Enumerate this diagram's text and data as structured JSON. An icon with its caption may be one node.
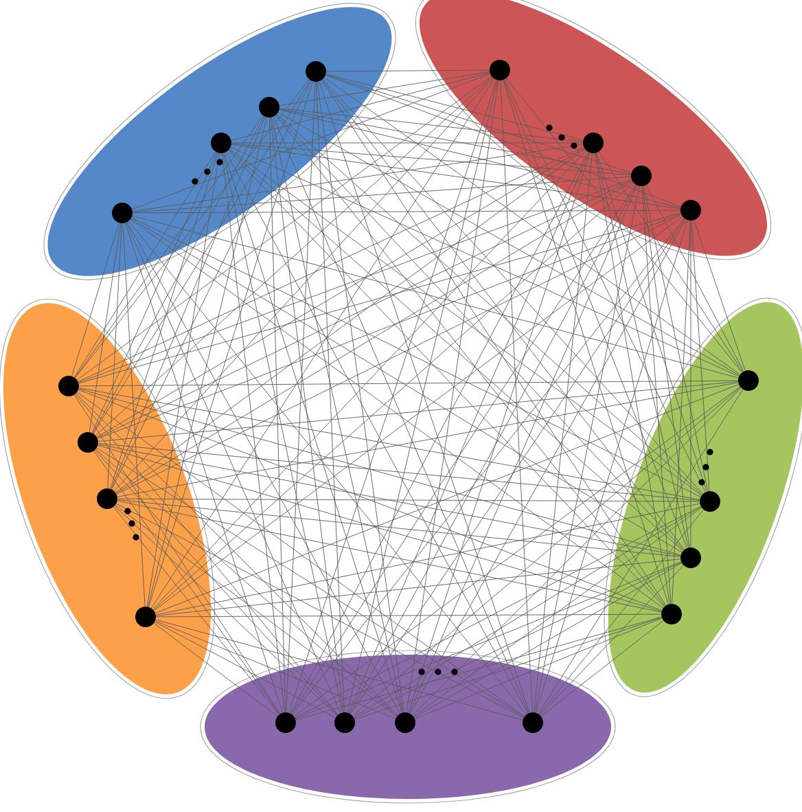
{
  "diagram": {
    "nodes": [
      {
        "text": [],
        "shape": "ellipse"
      },
      {
        "text": [],
        "shape": "circle",
        "in": 0
      },
      {
        "text": [],
        "shape": "circle",
        "in": 0
      },
      {
        "text": [],
        "shape": "circle",
        "in": 0
      },
      {
        "text": [],
        "shape": "circle",
        "in": 0
      },
      {
        "text": [],
        "shape": "ellipse"
      },
      {
        "text": [],
        "shape": "circle",
        "in": 5
      },
      {
        "text": [],
        "shape": "circle",
        "in": 5
      },
      {
        "text": [],
        "shape": "circle",
        "in": 5
      },
      {
        "text": [],
        "shape": "circle",
        "in": 5
      },
      {
        "text": [],
        "shape": "ellipse"
      },
      {
        "text": [],
        "shape": "circle",
        "in": 10
      },
      {
        "text": [],
        "shape": "circle",
        "in": 10
      },
      {
        "text": [],
        "shape": "circle",
        "in": 10
      },
      {
        "text": [],
        "shape": "circle",
        "in": 10
      },
      {
        "text": [],
        "shape": "ellipse"
      },
      {
        "text": [],
        "shape": "circle",
        "in": 15
      },
      {
        "text": [],
        "shape": "circle",
        "in": 15
      },
      {
        "text": [],
        "shape": "circle",
        "in": 15
      },
      {
        "text": [],
        "shape": "circle",
        "in": 15
      },
      {
        "text": [],
        "shape": "ellipse"
      },
      {
        "text": [],
        "shape": "circle",
        "in": 20
      },
      {
        "text": [],
        "shape": "circle",
        "in": 20
      },
      {
        "text": [],
        "shape": "circle",
        "in": 20
      },
      {
        "text": [],
        "shape": "circle",
        "in": 20
      }
    ],
    "edges": [
      {
        "from": 1,
        "to": 6,
        "arrow": "none"
      },
      {
        "from": 1,
        "to": 7,
        "arrow": "none"
      },
      {
        "from": 1,
        "to": 8,
        "arrow": "none"
      },
      {
        "from": 1,
        "to": 9,
        "arrow": "none"
      },
      {
        "from": 2,
        "to": 6,
        "arrow": "none"
      },
      {
        "from": 2,
        "to": 7,
        "arrow": "none"
      },
      {
        "from": 2,
        "to": 8,
        "arrow": "none"
      },
      {
        "from": 2,
        "to": 9,
        "arrow": "none"
      },
      {
        "from": 3,
        "to": 6,
        "arrow": "none"
      },
      {
        "from": 3,
        "to": 7,
        "arrow": "none"
      },
      {
        "from": 3,
        "to": 8,
        "arrow": "none"
      },
      {
        "from": 3,
        "to": 9,
        "arrow": "none"
      },
      {
        "from": 4,
        "to": 6,
        "arrow": "none"
      },
      {
        "from": 4,
        "to": 7,
        "arrow": "none"
      },
      {
        "from": 4,
        "to": 8,
        "arrow": "none"
      },
      {
        "from": 4,
        "to": 9,
        "arrow": "none"
      },
      {
        "from": 1,
        "to": 11,
        "arrow": "none"
      },
      {
        "from": 1,
        "to": 12,
        "arrow": "none"
      },
      {
        "from": 1,
        "to": 13,
        "arrow": "none"
      },
      {
        "from": 1,
        "to": 14,
        "arrow": "none"
      },
      {
        "from": 2,
        "to": 11,
        "arrow": "none"
      },
      {
        "from": 2,
        "to": 12,
        "arrow": "none"
      },
      {
        "from": 2,
        "to": 13,
        "arrow": "none"
      },
      {
        "from": 2,
        "to": 14,
        "arrow": "none"
      },
      {
        "from": 3,
        "to": 11,
        "arrow": "none"
      },
      {
        "from": 3,
        "to": 12,
        "arrow": "none"
      },
      {
        "from": 3,
        "to": 13,
        "arrow": "none"
      },
      {
        "from": 3,
        "to": 14,
        "arrow": "none"
      },
      {
        "from": 4,
        "to": 11,
        "arrow": "none"
      },
      {
        "from": 4,
        "to": 12,
        "arrow": "none"
      },
      {
        "from": 4,
        "to": 13,
        "arrow": "none"
      },
      {
        "from": 4,
        "to": 14,
        "arrow": "none"
      },
      {
        "from": 1,
        "to": 16,
        "arrow": "none"
      },
      {
        "from": 1,
        "to": 17,
        "arrow": "none"
      },
      {
        "from": 1,
        "to": 18,
        "arrow": "none"
      },
      {
        "from": 1,
        "to": 19,
        "arrow": "none"
      },
      {
        "from": 2,
        "to": 16,
        "arrow": "none"
      },
      {
        "from": 2,
        "to": 17,
        "arrow": "none"
      },
      {
        "from": 2,
        "to": 18,
        "arrow": "none"
      },
      {
        "from": 2,
        "to": 19,
        "arrow": "none"
      },
      {
        "from": 3,
        "to": 16,
        "arrow": "none"
      },
      {
        "from": 3,
        "to": 17,
        "arrow": "none"
      },
      {
        "from": 3,
        "to": 18,
        "arrow": "none"
      },
      {
        "from": 3,
        "to": 19,
        "arrow": "none"
      },
      {
        "from": 4,
        "to": 16,
        "arrow": "none"
      },
      {
        "from": 4,
        "to": 17,
        "arrow": "none"
      },
      {
        "from": 4,
        "to": 18,
        "arrow": "none"
      },
      {
        "from": 4,
        "to": 19,
        "arrow": "none"
      },
      {
        "from": 1,
        "to": 21,
        "arrow": "none"
      },
      {
        "from": 1,
        "to": 22,
        "arrow": "none"
      },
      {
        "from": 1,
        "to": 23,
        "arrow": "none"
      },
      {
        "from": 1,
        "to": 24,
        "arrow": "none"
      },
      {
        "from": 2,
        "to": 21,
        "arrow": "none"
      },
      {
        "from": 2,
        "to": 22,
        "arrow": "none"
      },
      {
        "from": 2,
        "to": 23,
        "arrow": "none"
      },
      {
        "from": 2,
        "to": 24,
        "arrow": "none"
      },
      {
        "from": 3,
        "to": 21,
        "arrow": "none"
      },
      {
        "from": 3,
        "to": 22,
        "arrow": "none"
      },
      {
        "from": 3,
        "to": 23,
        "arrow": "none"
      },
      {
        "from": 3,
        "to": 24,
        "arrow": "none"
      },
      {
        "from": 4,
        "to": 21,
        "arrow": "none"
      },
      {
        "from": 4,
        "to": 22,
        "arrow": "none"
      },
      {
        "from": 4,
        "to": 23,
        "arrow": "none"
      },
      {
        "from": 4,
        "to": 24,
        "arrow": "none"
      },
      {
        "from": 6,
        "to": 11,
        "arrow": "none"
      },
      {
        "from": 6,
        "to": 12,
        "arrow": "none"
      },
      {
        "from": 6,
        "to": 13,
        "arrow": "none"
      },
      {
        "from": 6,
        "to": 14,
        "arrow": "none"
      },
      {
        "from": 7,
        "to": 11,
        "arrow": "none"
      },
      {
        "from": 7,
        "to": 12,
        "arrow": "none"
      },
      {
        "from": 7,
        "to": 13,
        "arrow": "none"
      },
      {
        "from": 7,
        "to": 14,
        "arrow": "none"
      },
      {
        "from": 8,
        "to": 11,
        "arrow": "none"
      },
      {
        "from": 8,
        "to": 12,
        "arrow": "none"
      },
      {
        "from": 8,
        "to": 13,
        "arrow": "none"
      },
      {
        "from": 8,
        "to": 14,
        "arrow": "none"
      },
      {
        "from": 9,
        "to": 11,
        "arrow": "none"
      },
      {
        "from": 9,
        "to": 12,
        "arrow": "none"
      },
      {
        "from": 9,
        "to": 13,
        "arrow": "none"
      },
      {
        "from": 9,
        "to": 14,
        "arrow": "none"
      },
      {
        "from": 6,
        "to": 16,
        "arrow": "none"
      },
      {
        "from": 6,
        "to": 17,
        "arrow": "none"
      },
      {
        "from": 6,
        "to": 18,
        "arrow": "none"
      },
      {
        "from": 6,
        "to": 19,
        "arrow": "none"
      },
      {
        "from": 7,
        "to": 16,
        "arrow": "none"
      },
      {
        "from": 7,
        "to": 17,
        "arrow": "none"
      },
      {
        "from": 7,
        "to": 18,
        "arrow": "none"
      },
      {
        "from": 7,
        "to": 19,
        "arrow": "none"
      },
      {
        "from": 8,
        "to": 16,
        "arrow": "none"
      },
      {
        "from": 8,
        "to": 17,
        "arrow": "none"
      },
      {
        "from": 8,
        "to": 18,
        "arrow": "none"
      },
      {
        "from": 8,
        "to": 19,
        "arrow": "none"
      },
      {
        "from": 9,
        "to": 16,
        "arrow": "none"
      },
      {
        "from": 9,
        "to": 17,
        "arrow": "none"
      },
      {
        "from": 9,
        "to": 18,
        "arrow": "none"
      },
      {
        "from": 9,
        "to": 19,
        "arrow": "none"
      },
      {
        "from": 6,
        "to": 21,
        "arrow": "none"
      },
      {
        "from": 6,
        "to": 22,
        "arrow": "none"
      },
      {
        "from": 6,
        "to": 23,
        "arrow": "none"
      },
      {
        "from": 6,
        "to": 24,
        "arrow": "none"
      },
      {
        "from": 7,
        "to": 21,
        "arrow": "none"
      },
      {
        "from": 7,
        "to": 22,
        "arrow": "none"
      },
      {
        "from": 7,
        "to": 23,
        "arrow": "none"
      },
      {
        "from": 7,
        "to": 24,
        "arrow": "none"
      },
      {
        "from": 8,
        "to": 21,
        "arrow": "none"
      },
      {
        "from": 8,
        "to": 22,
        "arrow": "none"
      },
      {
        "from": 8,
        "to": 23,
        "arrow": "none"
      },
      {
        "from": 8,
        "to": 24,
        "arrow": "none"
      },
      {
        "from": 9,
        "to": 21,
        "arrow": "none"
      },
      {
        "from": 9,
        "to": 22,
        "arrow": "none"
      },
      {
        "from": 9,
        "to": 23,
        "arrow": "none"
      },
      {
        "from": 9,
        "to": 24,
        "arrow": "none"
      },
      {
        "from": 11,
        "to": 16,
        "arrow": "none"
      },
      {
        "from": 11,
        "to": 17,
        "arrow": "none"
      },
      {
        "from": 11,
        "to": 18,
        "arrow": "none"
      },
      {
        "from": 11,
        "to": 19,
        "arrow": "none"
      },
      {
        "from": 12,
        "to": 16,
        "arrow": "none"
      },
      {
        "from": 12,
        "to": 17,
        "arrow": "none"
      },
      {
        "from": 12,
        "to": 18,
        "arrow": "none"
      },
      {
        "from": 12,
        "to": 19,
        "arrow": "none"
      },
      {
        "from": 13,
        "to": 16,
        "arrow": "none"
      },
      {
        "from": 13,
        "to": 17,
        "arrow": "none"
      },
      {
        "from": 13,
        "to": 18,
        "arrow": "none"
      },
      {
        "from": 13,
        "to": 19,
        "arrow": "none"
      },
      {
        "from": 14,
        "to": 16,
        "arrow": "none"
      },
      {
        "from": 14,
        "to": 17,
        "arrow": "none"
      },
      {
        "from": 14,
        "to": 18,
        "arrow": "none"
      },
      {
        "from": 14,
        "to": 19,
        "arrow": "none"
      },
      {
        "from": 11,
        "to": 21,
        "arrow": "none"
      },
      {
        "from": 11,
        "to": 22,
        "arrow": "none"
      },
      {
        "from": 11,
        "to": 23,
        "arrow": "none"
      },
      {
        "from": 11,
        "to": 24,
        "arrow": "none"
      },
      {
        "from": 12,
        "to": 21,
        "arrow": "none"
      },
      {
        "from": 12,
        "to": 22,
        "arrow": "none"
      },
      {
        "from": 12,
        "to": 23,
        "arrow": "none"
      },
      {
        "from": 12,
        "to": 24,
        "arrow": "none"
      },
      {
        "from": 13,
        "to": 21,
        "arrow": "none"
      },
      {
        "from": 13,
        "to": 22,
        "arrow": "none"
      },
      {
        "from": 13,
        "to": 23,
        "arrow": "none"
      },
      {
        "from": 13,
        "to": 24,
        "arrow": "none"
      },
      {
        "from": 14,
        "to": 21,
        "arrow": "none"
      },
      {
        "from": 14,
        "to": 22,
        "arrow": "none"
      },
      {
        "from": 14,
        "to": 23,
        "arrow": "none"
      },
      {
        "from": 14,
        "to": 24,
        "arrow": "none"
      },
      {
        "from": 16,
        "to": 21,
        "arrow": "none"
      },
      {
        "from": 16,
        "to": 22,
        "arrow": "none"
      },
      {
        "from": 16,
        "to": 23,
        "arrow": "none"
      },
      {
        "from": 16,
        "to": 24,
        "arrow": "none"
      },
      {
        "from": 17,
        "to": 21,
        "arrow": "none"
      },
      {
        "from": 17,
        "to": 22,
        "arrow": "none"
      },
      {
        "from": 17,
        "to": 23,
        "arrow": "none"
      },
      {
        "from": 17,
        "to": 24,
        "arrow": "none"
      },
      {
        "from": 18,
        "to": 21,
        "arrow": "none"
      },
      {
        "from": 18,
        "to": 22,
        "arrow": "none"
      },
      {
        "from": 18,
        "to": 23,
        "arrow": "none"
      },
      {
        "from": 18,
        "to": 24,
        "arrow": "none"
      },
      {
        "from": 19,
        "to": 21,
        "arrow": "none"
      },
      {
        "from": 19,
        "to": 22,
        "arrow": "none"
      },
      {
        "from": 19,
        "to": 23,
        "arrow": "none"
      },
      {
        "from": 19,
        "to": 24,
        "arrow": "none"
      }
    ]
  }
}
